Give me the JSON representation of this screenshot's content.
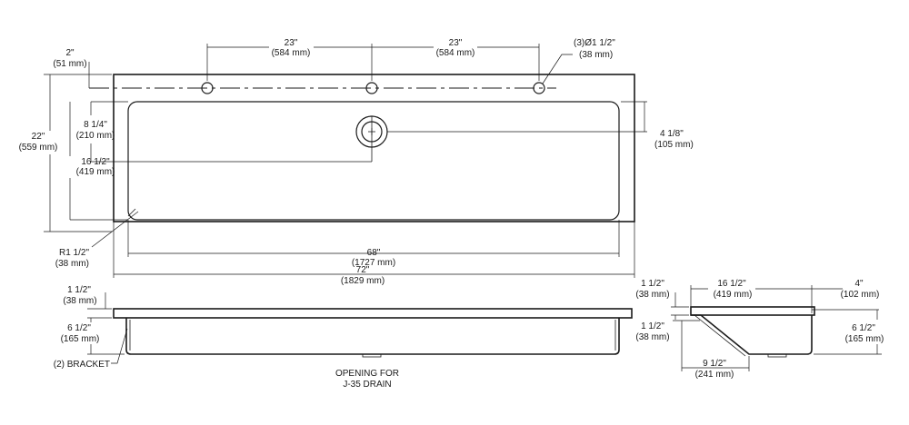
{
  "top_view": {
    "hole_spacing_left": {
      "in": "23\"",
      "mm": "(584 mm)"
    },
    "hole_spacing_right": {
      "in": "23\"",
      "mm": "(584 mm)"
    },
    "faucet_holes": {
      "in": "(3)Ø1 1/2\"",
      "mm": "(38 mm)"
    },
    "edge_to_hole": {
      "in": "2\"",
      "mm": "(51 mm)"
    },
    "overall_depth": {
      "in": "22\"",
      "mm": "(559 mm)"
    },
    "drain_offset": {
      "in": "8 1/4\"",
      "mm": "(210 mm)"
    },
    "bowl_depth": {
      "in": "16 1/2\"",
      "mm": "(419 mm)"
    },
    "drain_from_end": {
      "in": "4 1/8\"",
      "mm": "(105 mm)"
    },
    "corner_radius": {
      "in": "R1 1/2\"",
      "mm": "(38 mm)"
    },
    "bowl_length": {
      "in": "68\"",
      "mm": "(1727 mm)"
    },
    "overall_length": {
      "in": "72\"",
      "mm": "(1829 mm)"
    }
  },
  "front_view": {
    "deck_thickness": {
      "in": "1 1/2\"",
      "mm": "(38 mm)"
    },
    "bowl_height": {
      "in": "6 1/2\"",
      "mm": "(165 mm)"
    },
    "bracket": "(2) BRACKET",
    "drain_note_line1": "OPENING FOR",
    "drain_note_line2": "J-35 DRAIN"
  },
  "side_view": {
    "deck_thickness": {
      "in": "1 1/2\"",
      "mm": "(38 mm)"
    },
    "bowl_depth": {
      "in": "16 1/2\"",
      "mm": "(419 mm)"
    },
    "back_offset": {
      "in": "4\"",
      "mm": "(102 mm)"
    },
    "slope_height": {
      "in": "1 1/2\"",
      "mm": "(38 mm)"
    },
    "bowl_height": {
      "in": "6 1/2\"",
      "mm": "(165 mm)"
    },
    "bottom_width": {
      "in": "9 1/2\"",
      "mm": "(241 mm)"
    }
  }
}
